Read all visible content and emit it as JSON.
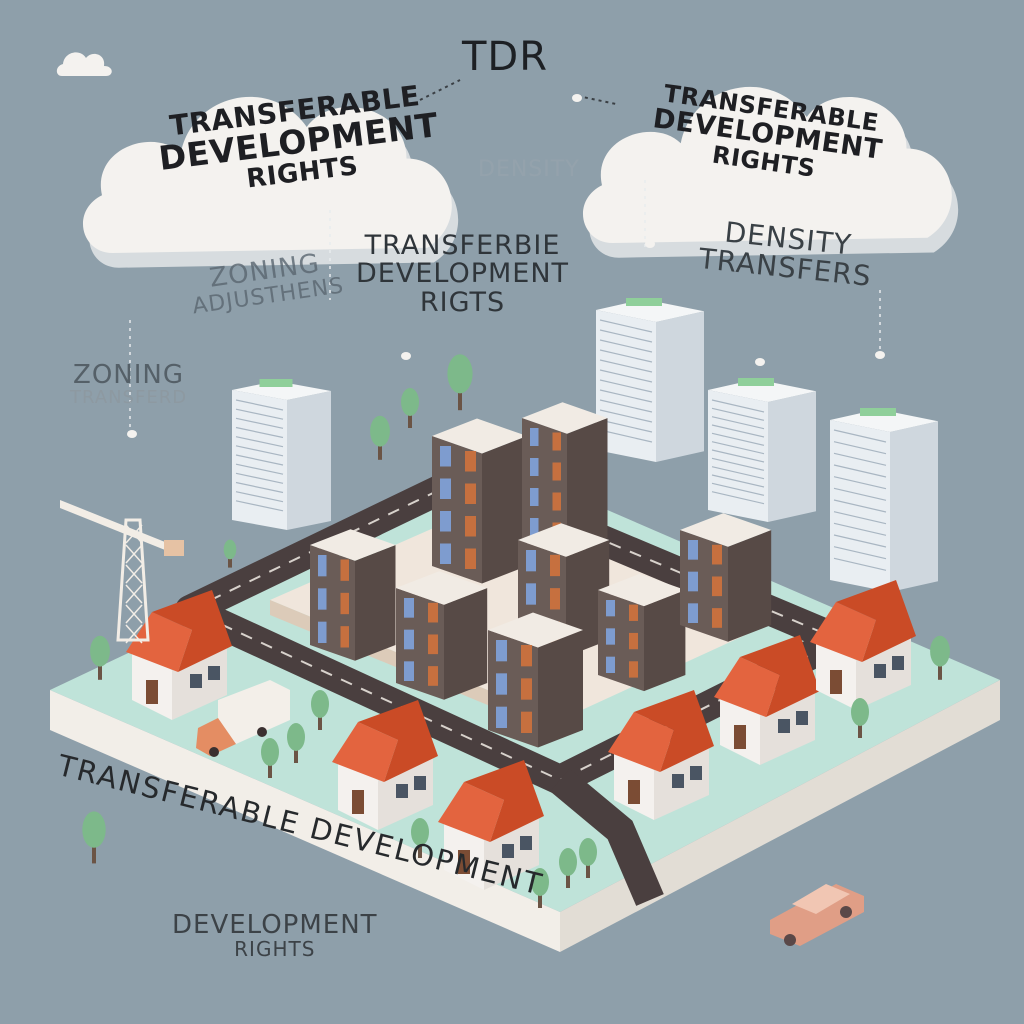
{
  "top_label": "TDR",
  "clouds": {
    "left": [
      "TRANSFERABLE",
      "DEVELOPMENT",
      "RIGHTS"
    ],
    "right": [
      "TRANSFERABLE",
      "DEVELOPMENT",
      "RIGHTS"
    ]
  },
  "floating_labels": {
    "zoning_adjustments": [
      "ZONING",
      "ADJUSTHENS"
    ],
    "center": [
      "TRANSFERBIE",
      "DEVELOPMENT",
      "RIGTS"
    ],
    "density_transfers": [
      "DENSITY",
      "TRANSFERS"
    ],
    "zoning_transfer": [
      "ZONING",
      "TRANSFERD"
    ],
    "faint_density": "DENSITY"
  },
  "platform_label": "TRANSFERABLE DEVELOPMENT",
  "bottom_label": [
    "DEVELOPMENT",
    "RIGHTS"
  ],
  "colors": {
    "background": "#8e9faa",
    "cloud": "#f4f2ef",
    "road": "#4a3f3f",
    "roof": "#e3643f",
    "ground": "#bfe3d9",
    "tower": "#e9eef2"
  }
}
